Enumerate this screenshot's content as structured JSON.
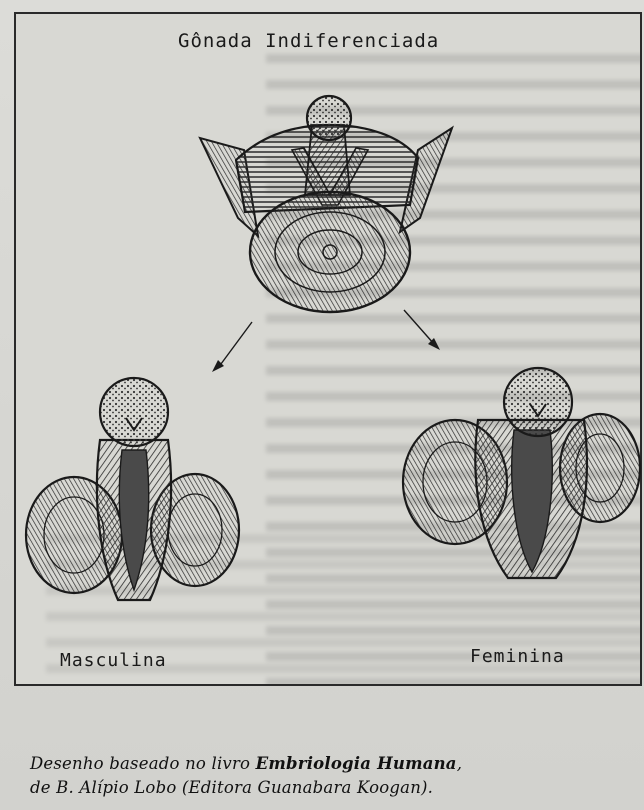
{
  "figure": {
    "title": "Gônada Indiferenciada",
    "label_male": "Masculina",
    "label_female": "Feminina"
  },
  "caption": {
    "line1_prefix": "Desenho baseado no livro ",
    "line1_bold": "Embriologia Humana",
    "line1_suffix": ",",
    "line2": "de B. Alípio Lobo (Editora Guanabara Koogan)."
  }
}
